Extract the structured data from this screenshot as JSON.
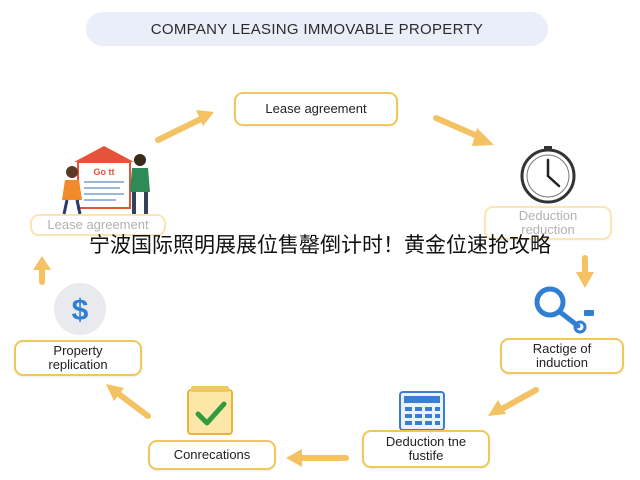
{
  "title": "COMPANY LEASING IMMOVABLE PROPERTY",
  "banner": "宁波国际照明展展位售罄倒计时！黄金位速抢攻略",
  "nodes": {
    "lease_agreement": "Lease agreement",
    "deduction_reduction": "Deduction\nreduction",
    "range_of_induction": "Ractige of\ninduction",
    "deduction_fustife": "Deduction tne\nfustife",
    "conrecations": "Conrecations",
    "property_replication": "Property\nreplication",
    "lease_agreement_left": "Lease agreement"
  },
  "sign_text": "Go tt",
  "icons": {
    "clock": "clock-icon",
    "magnifier": "magnifier-key-icon",
    "calculator": "calculator-icon",
    "checkmark": "checkmark-clipboard-icon",
    "dollar": "dollar-icon",
    "people": "people-signing-icon"
  },
  "colors": {
    "accent": "#f0c85a",
    "arrow": "#f4c163",
    "blue": "#3b7fd0",
    "green": "#2f9d3e",
    "title_bg": "#e9eef8"
  }
}
